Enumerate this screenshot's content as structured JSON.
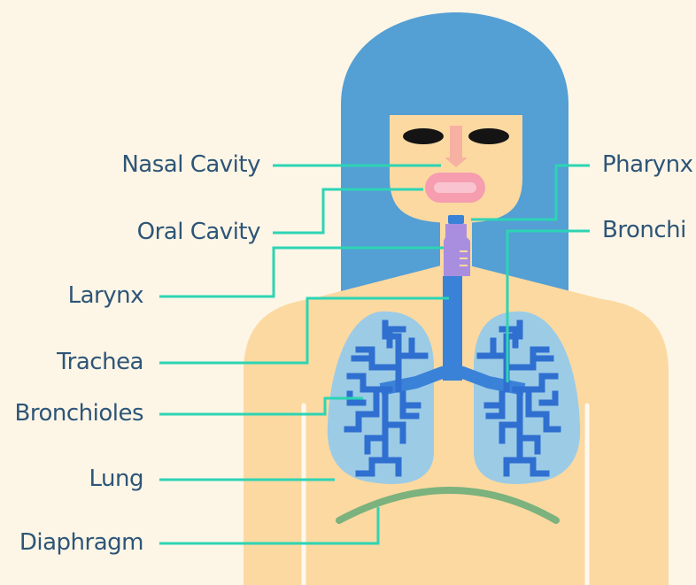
{
  "labels": {
    "nasal_cavity": "Nasal Cavity",
    "oral_cavity": "Oral Cavity",
    "larynx": "Larynx",
    "trachea": "Trachea",
    "bronchioles": "Bronchioles",
    "lung": "Lung",
    "diaphragm": "Diaphragm",
    "pharynx": "Pharynx",
    "bronchi": "Bronchi"
  },
  "colors": {
    "background": "#fdf6e6",
    "hair": "#549fd4",
    "skin": "#fcd9a1",
    "lung": "#9ccbe6",
    "airway": "#3a82d8",
    "larynx": "#a98ee0",
    "lips": "#f69db0",
    "nose": "#f7b1a2",
    "diaphragm": "#7bb27d",
    "leader_line": "#2dd4b4",
    "label_text": "#2e5578"
  }
}
